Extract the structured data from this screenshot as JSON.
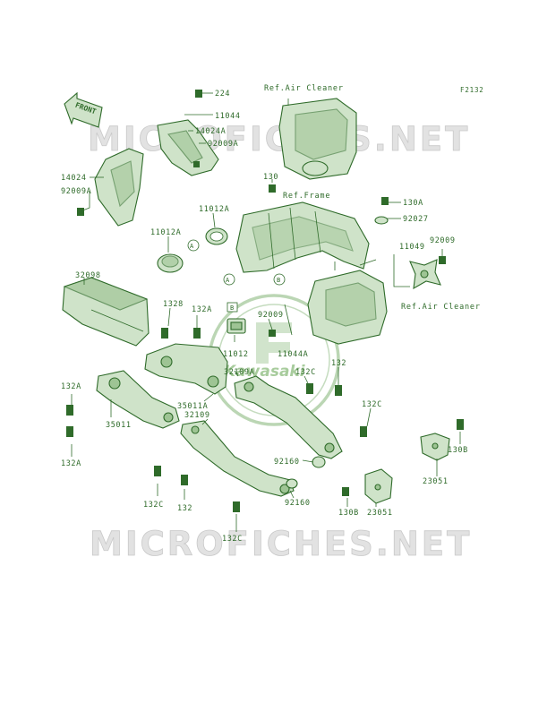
{
  "figure": {
    "code": "F2132"
  },
  "watermark": {
    "text": "MICROFICHES.NET"
  },
  "logo": {
    "text": "Kawasaki"
  },
  "direction": {
    "text": "FRONT"
  },
  "refs": {
    "air_cleaner_top": "Ref.Air Cleaner",
    "frame": "Ref.Frame",
    "air_cleaner_right": "Ref.Air Cleaner"
  },
  "markers": [
    "A",
    "A",
    "B",
    "B"
  ],
  "parts": [
    "224",
    "11044",
    "14024A",
    "92009A",
    "14024",
    "92009A",
    "130",
    "130A",
    "92027",
    "11012A",
    "11012A",
    "11049",
    "92009",
    "32098",
    "1328",
    "132A",
    "92009",
    "11044A",
    "11012",
    "32109A",
    "132C",
    "132",
    "132A",
    "35011A",
    "35011",
    "132A",
    "32109",
    "132C",
    "92160",
    "92160",
    "132C",
    "132",
    "132C",
    "130B",
    "23051",
    "130B",
    "23051"
  ],
  "colors": {
    "line": "#2f6b2a",
    "fill": "#cfe3c9",
    "watermark": "#d6d6d6"
  }
}
